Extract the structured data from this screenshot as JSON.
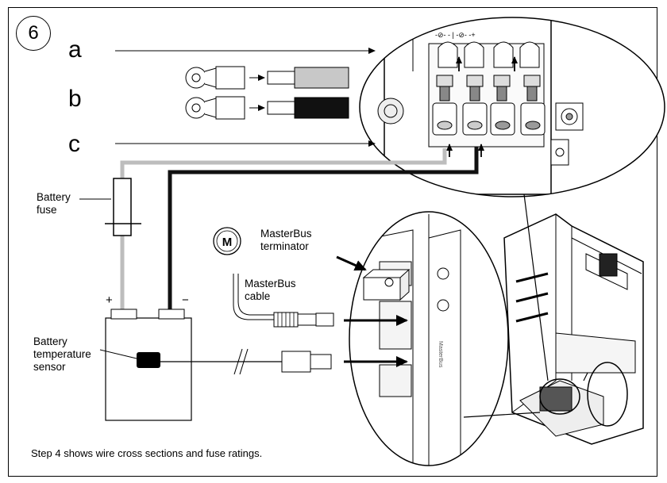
{
  "step_number": "6",
  "letters": {
    "a": "a",
    "b": "b",
    "c": "c"
  },
  "labels": {
    "battery_fuse": "Battery\nfuse",
    "masterbus_terminator": "MasterBus\nterminator",
    "masterbus_cable": "MasterBus\ncable",
    "battery_temp_sensor": "Battery\ntemperature\nsensor",
    "plus": "+",
    "minus": "−"
  },
  "footnote": "Step 4 shows wire cross sections and fuse ratings.",
  "colors": {
    "cable_grey": "#bdbdbd",
    "cable_black": "#111111",
    "line": "#000000"
  }
}
